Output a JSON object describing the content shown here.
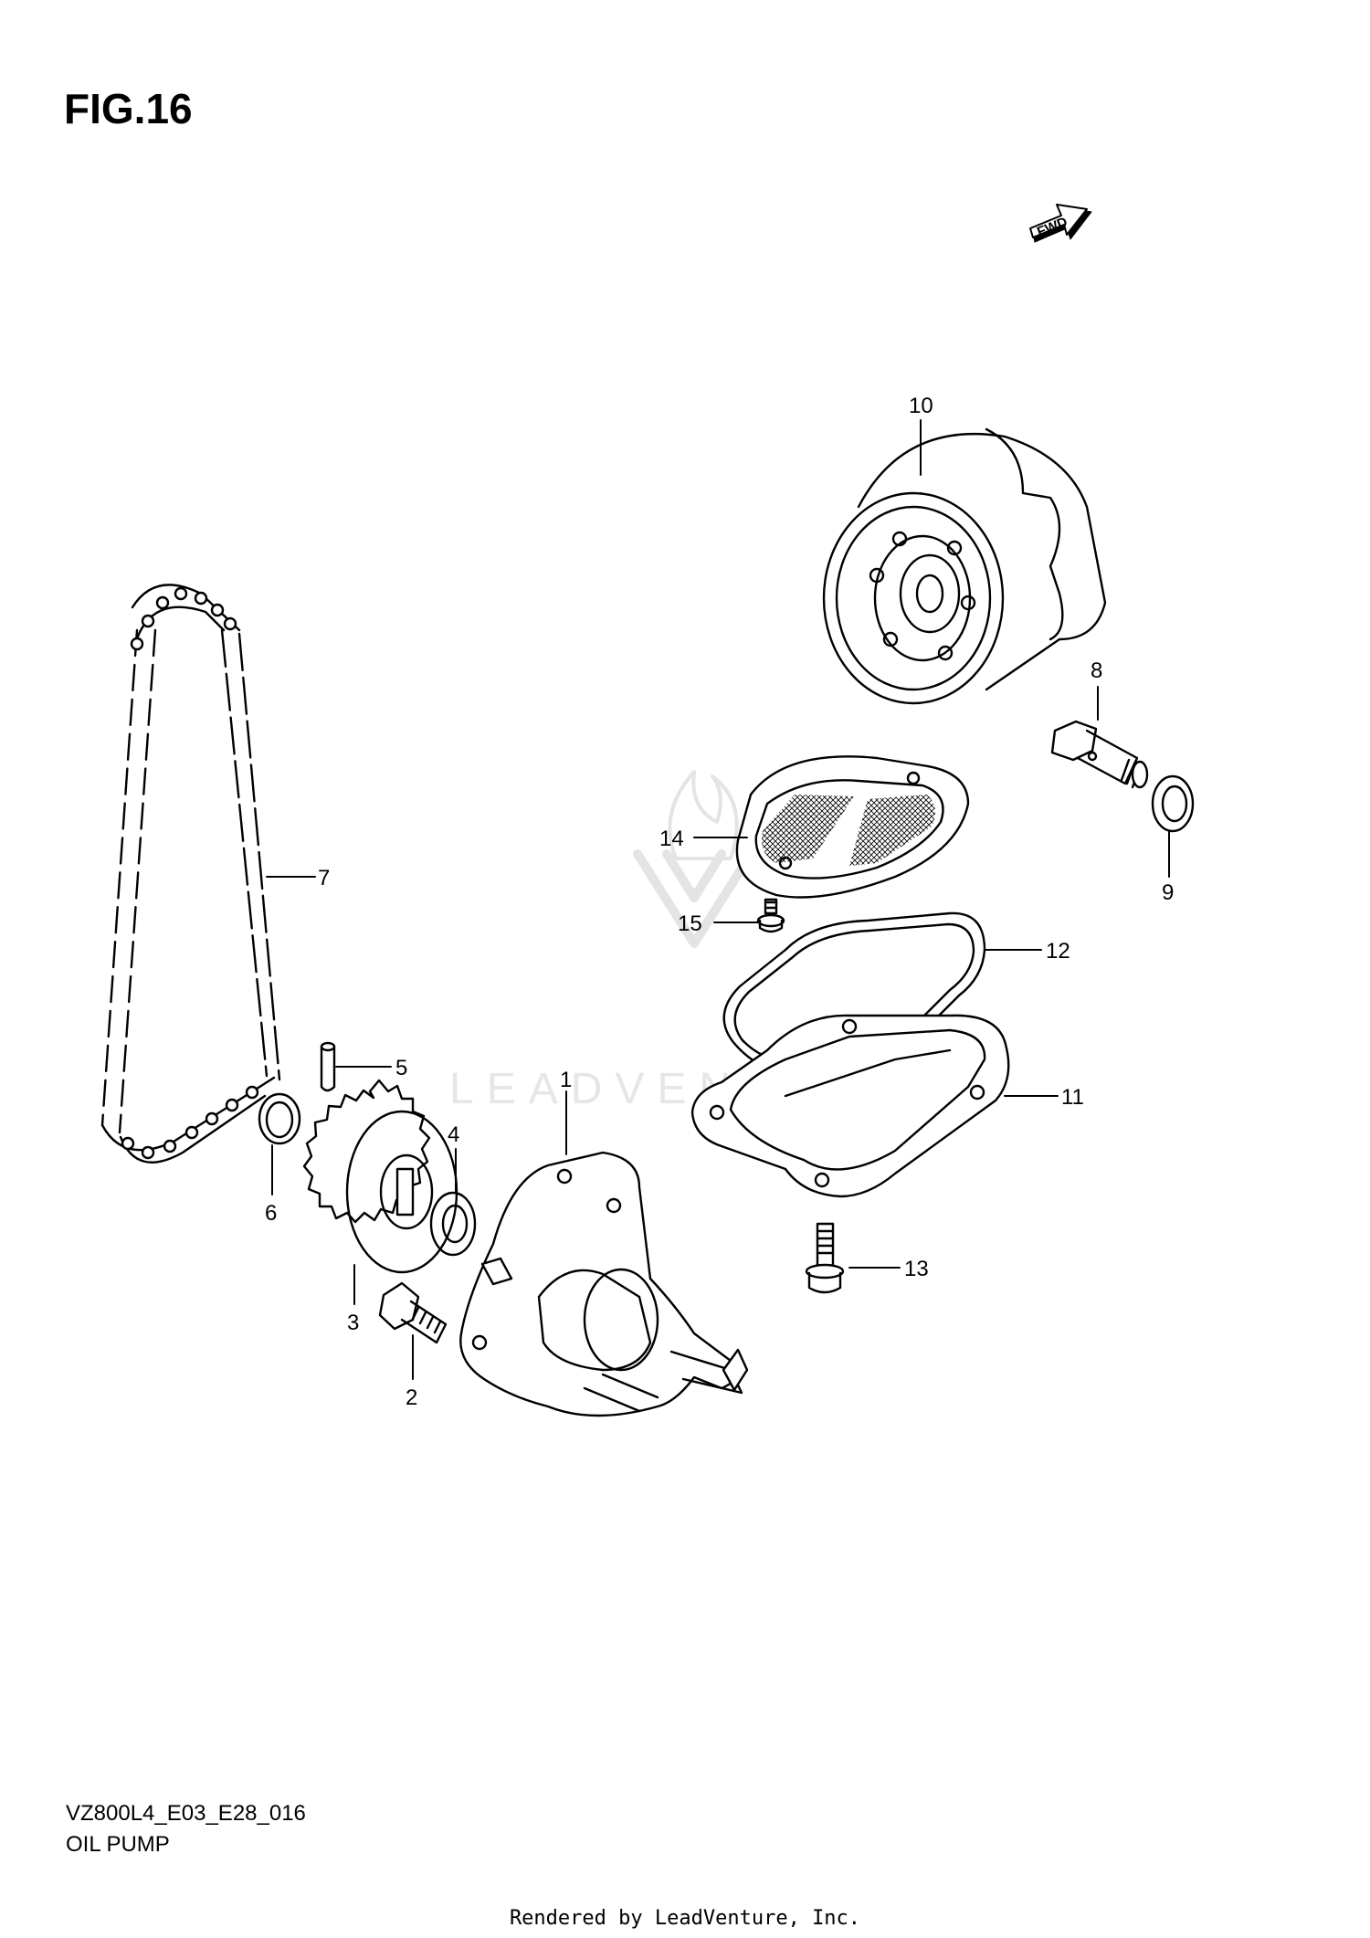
{
  "figure": {
    "title": "FIG.16",
    "code": "VZ800L4_E03_E28_016",
    "caption": "OIL PUMP",
    "fwd_label": "FWD",
    "watermark": "LEADVENTURE",
    "footer": "Rendered by LeadVenture, Inc."
  },
  "callouts": [
    {
      "id": "1",
      "part": "oil-pump"
    },
    {
      "id": "2",
      "part": "bolt"
    },
    {
      "id": "3",
      "part": "sprocket"
    },
    {
      "id": "4",
      "part": "washer"
    },
    {
      "id": "5",
      "part": "pin"
    },
    {
      "id": "6",
      "part": "circlip"
    },
    {
      "id": "7",
      "part": "chain"
    },
    {
      "id": "8",
      "part": "union-bolt"
    },
    {
      "id": "9",
      "part": "o-ring"
    },
    {
      "id": "10",
      "part": "oil-filter"
    },
    {
      "id": "11",
      "part": "oil-strainer-cover"
    },
    {
      "id": "12",
      "part": "gasket"
    },
    {
      "id": "13",
      "part": "bolt"
    },
    {
      "id": "14",
      "part": "oil-strainer"
    },
    {
      "id": "15",
      "part": "screw"
    }
  ]
}
